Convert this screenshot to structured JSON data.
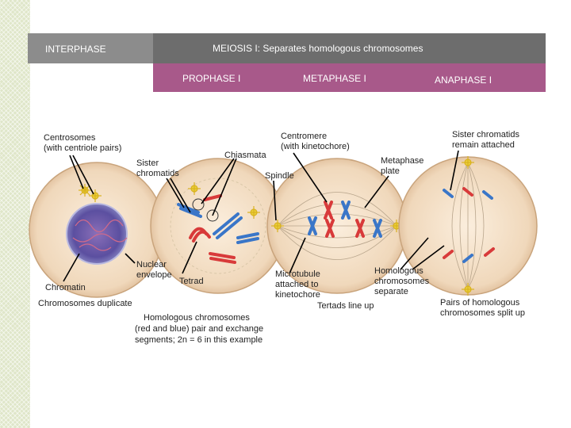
{
  "header": {
    "interphase": "INTERPHASE",
    "meiosis": "MEIOSIS I: Separates homologous chromosomes",
    "prophase": "PROPHASE I",
    "metaphase": "METAPHASE I",
    "anaphase": "ANAPHASE I"
  },
  "labels": {
    "centrosomes": "Centrosomes\n(with centriole pairs)",
    "sister_chromatids": "Sister\nchromatids",
    "chiasmata": "Chiasmata",
    "centromere": "Centromere\n(with kinetochore)",
    "spindle": "Spindle",
    "metaphase_plate": "Metaphase\nplate",
    "sister_attached": "Sister chromatids\nremain attached",
    "nuclear_envelope": "Nuclear\nenvelope",
    "tetrad": "Tetrad",
    "chromatin": "Chromatin",
    "chromosomes_duplicate": "Chromosomes duplicate",
    "homologous_exchange_1": "Homologous chromosomes",
    "homologous_exchange_2": "(red and blue) pair and exchange",
    "homologous_exchange_3": "segments; 2n = 6 in this example",
    "microtubule": "Microtubule\nattached to\nkinetochore",
    "homologous_separate": "Homologous\nchromosomes\nseparate",
    "tetrads_line_up": "Tertads line up",
    "pairs_split": "Pairs of homologous\nchromosomes split up"
  },
  "colors": {
    "header_dark": "#6d6d6d",
    "header_light": "#8c8c8c",
    "header_band": "#a8598a",
    "cell_fill": "#f2dcc0",
    "cell_edge": "#d9b48e",
    "chromosome_red": "#d83a3a",
    "chromosome_blue": "#3a76c8",
    "centrosome": "#e9cf3a",
    "nucleus": "#5b4fa0",
    "sidebar": "#dfe6c9"
  }
}
